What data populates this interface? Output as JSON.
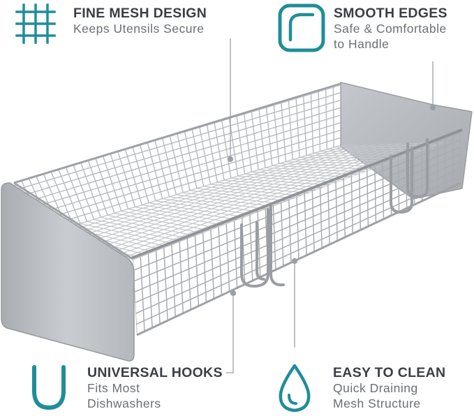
{
  "colors": {
    "accent": "#1f8e98",
    "title": "#3a3f45",
    "desc": "#6b7076",
    "leader": "#9aa0a6",
    "steel": "#b8bcc0"
  },
  "features": {
    "mesh": {
      "icon": "grid-icon",
      "title": "FINE MESH DESIGN",
      "lines": [
        "Keeps Utensils Secure"
      ]
    },
    "edges": {
      "icon": "rounded-corner-icon",
      "title": "SMOOTH EDGES",
      "lines": [
        "Safe & Comfortable",
        "to Handle"
      ]
    },
    "hooks": {
      "icon": "u-hook-icon",
      "title": "UNIVERSAL HOOKS",
      "lines": [
        "Fits Most",
        "Dishwashers"
      ]
    },
    "clean": {
      "icon": "water-drop-icon",
      "title": "EASY TO CLEAN",
      "lines": [
        "Quick Draining",
        "Mesh Structure"
      ]
    }
  },
  "product": {
    "icon": "wire-basket-illustration"
  }
}
